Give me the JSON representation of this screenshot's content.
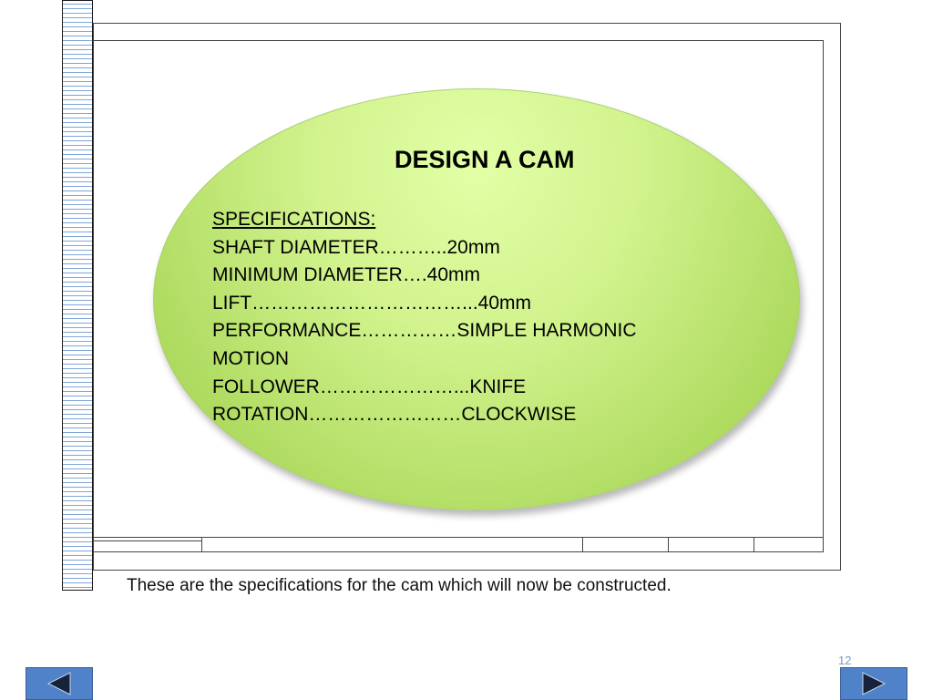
{
  "slide": {
    "title": "DESIGN A CAM",
    "spec_heading": "SPECIFICATIONS:",
    "spec_lines": [
      "SHAFT DIAMETER………..20mm",
      "MINIMUM DIAMETER….40mm",
      "LIFT……………………………...40mm",
      "PERFORMANCE……………SIMPLE HARMONIC",
      "MOTION",
      "FOLLOWER…………………...KNIFE",
      "ROTATION……………………CLOCKWISE"
    ],
    "caption": "These are the specifications for the cam which will now be constructed.",
    "page_number": "12"
  },
  "navigation": {
    "previous_icon": "left-triangle-icon",
    "next_icon": "right-triangle-icon"
  },
  "colors": {
    "ellipse_fill": "#d2f38e",
    "nav_button": "#4f82c8",
    "binding_lines": "#7fa6d6"
  }
}
